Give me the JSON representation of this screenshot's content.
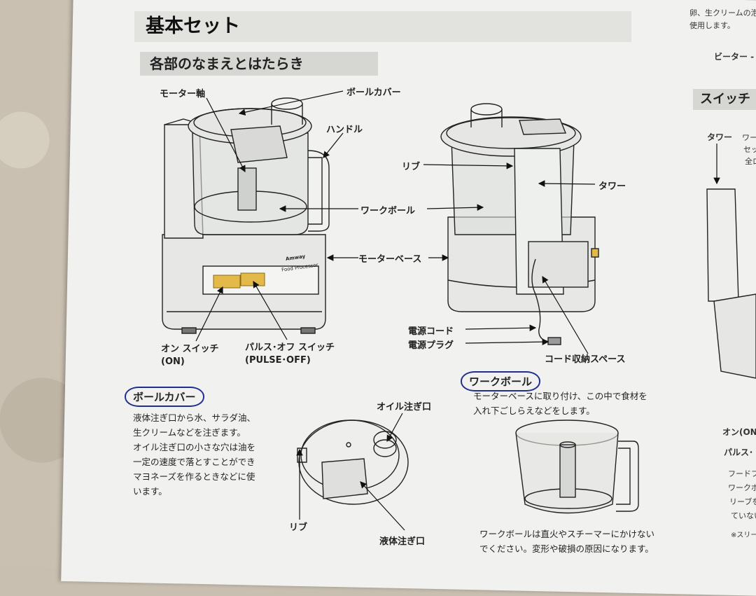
{
  "title": "基本セット",
  "subtitle": "各部のなまえとはたらき",
  "labels": {
    "motor_shaft": "モーター軸",
    "bowl_cover": "ボールカバー",
    "handle": "ハンドル",
    "rib": "リブ",
    "tower": "タワー",
    "work_bowl": "ワークボール",
    "motor_base": "モーターベース",
    "on_switch": "オン スイッチ",
    "on_switch_en": "(ON)",
    "pulse_off_switch": "パルス･オフ スイッチ",
    "pulse_off_switch_en": "(PULSE･OFF)",
    "power_cord": "電源コード",
    "power_plug": "電源プラグ",
    "cord_storage": "コード収納スペース",
    "oil_port": "オイル注ぎ口",
    "liquid_port": "液体注ぎ口",
    "rib_lower": "リブ"
  },
  "brand": {
    "logo": "Amway",
    "product": "Food Processor"
  },
  "bowl_cover_section": {
    "heading": "ボールカバー",
    "lines": [
      "液体注ぎ口から水、サラダ油、",
      "生クリームなどを注ぎます。",
      "オイル注ぎ口の小さな穴は油を",
      "一定の速度で落とすことができ",
      "マヨネーズを作るときなどに使",
      "います。"
    ]
  },
  "work_bowl_section": {
    "heading": "ワークボール",
    "lines": [
      "モーターベースに取り付け、この中で食材を",
      "入れ下ごしらえなどをします。"
    ],
    "note_lines": [
      "ワークボールは直火やスチーマーにかけない",
      "でください。変形や破損の原因になります。"
    ]
  },
  "right_column": {
    "top_line1": "卵、生クリームの泡",
    "top_line2": "使用します。",
    "beater": "ビーター -",
    "switch_heading": "スイッチ",
    "tower": "タワー",
    "tower_desc1": "ワー",
    "tower_desc2": "セッ",
    "tower_desc3": "全ロ",
    "on_label": "オン(ON",
    "pulse_label": "パルス･",
    "food_line": "フードフ",
    "work_line": "ワークボ",
    "rib_line": "リーブを",
    "not_line": "ていない",
    "note": "※スリー"
  },
  "colors": {
    "switch_yellow": "#e3b94a",
    "heading_circle": "#1f2f8f",
    "paper": "#f1f2ef"
  }
}
